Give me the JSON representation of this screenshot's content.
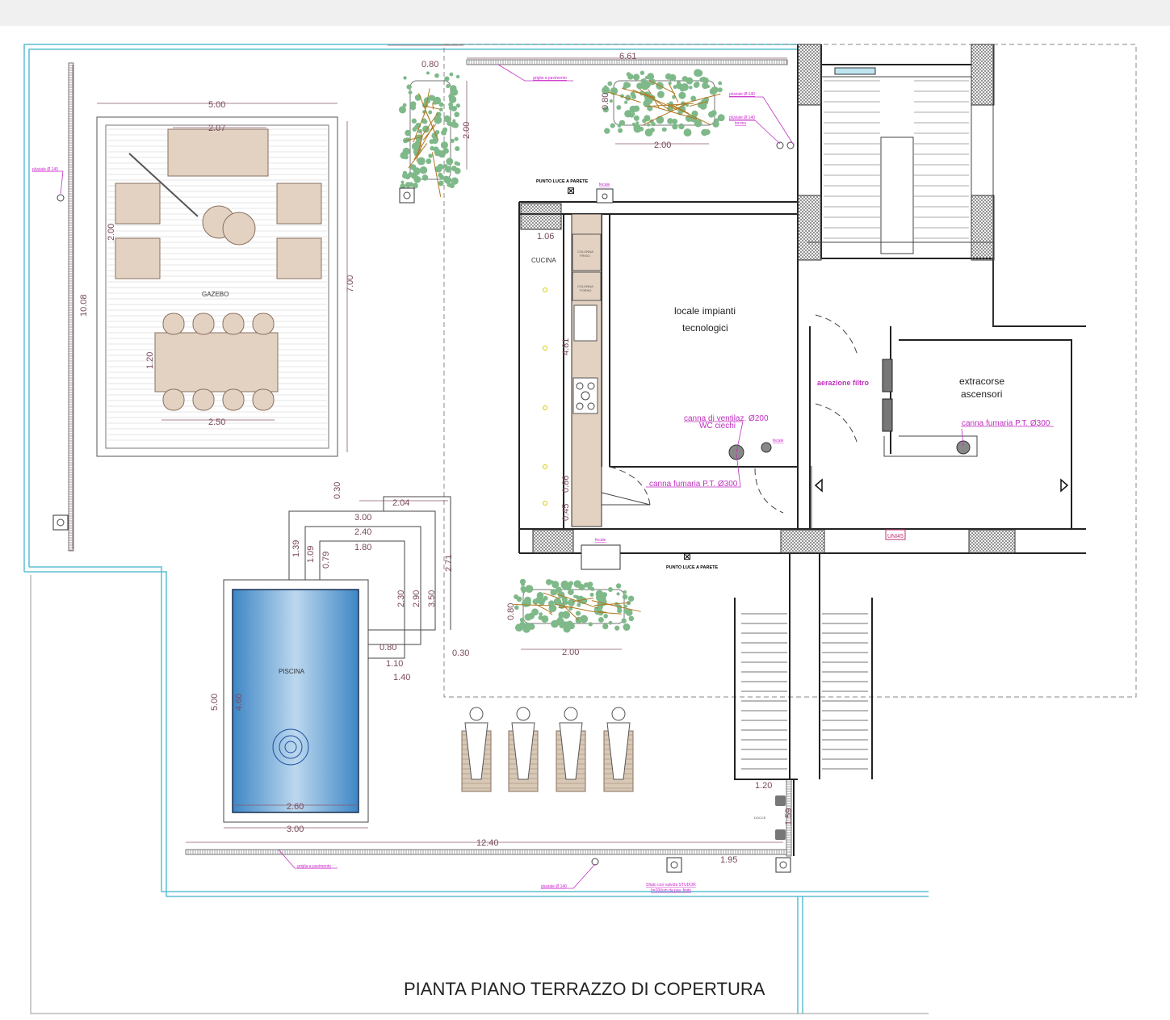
{
  "title": "PIANTA PIANO TERRAZZO DI COPERTURA",
  "rooms": {
    "gazebo": "GAZEBO",
    "cucina": "CUCINA",
    "piscina": "PISCINA",
    "impianti_1": "locale impianti",
    "impianti_2": "tecnologici",
    "extracorse_1": "extracorse",
    "extracorse_2": "ascensori",
    "docce": "DOCCE",
    "aerazione": "aerazione filtro"
  },
  "kitchen": {
    "frigo_1": "COLONNA",
    "frigo_2": "FRIGO",
    "forno_1": "COLONNA",
    "forno_2": "FORNO"
  },
  "annotations": {
    "griglia_top": "griglia a pavimento",
    "pluviale_1": "pluviale Ø 140",
    "pluviale_2": "pluviale Ø 140",
    "torrino": "torrino",
    "pluviale_left": "pluviale Ø 140",
    "fecale_top": "fecale",
    "punto_luce_top": "PUNTO LUCE A PARETE",
    "fecale_mid": "fecale",
    "ventilaz": "canna di ventilaz. Ø200",
    "wc_ciechi": "WC ciechi",
    "fumaria_1": "canna fumaria P.T. Ø300",
    "fumaria_2": "canna fumaria P.T. Ø300",
    "uni45": "UNI45",
    "fecale_bottom": "fecale",
    "punto_luce_bottom": "PUNTO LUCE A PARETE",
    "griglia_bottom": "griglia a pavimento",
    "pluviale_bottom": "pluviale Ø 140",
    "sfiato_1": "Sfiato con valvola STUDOR",
    "sfiato_2": "h=200cm da pav. finito"
  },
  "dims": [
    "0.80",
    "6.61",
    "2.00",
    "0.80",
    "2.00",
    "5.00",
    "2.07",
    "2.00",
    "7.00",
    "10.08",
    "1.20",
    "2.50",
    "1.06",
    "4.81",
    "0.86",
    "0.45",
    "0.30",
    "2.04",
    "3.00",
    "2.40",
    "1.80",
    "1.39",
    "1.09",
    "0.79",
    "2.71",
    "2.30",
    "2.90",
    "3.50",
    "0.80",
    "1.10",
    "1.40",
    "0.30",
    "5.00",
    "4.60",
    "2.60",
    "3.00",
    "12.40",
    "1.20",
    "1.59",
    "1.95",
    "0.80",
    "2.00"
  ],
  "colors": {
    "boundary": "#5bbfd0",
    "annotation": "#c030c0",
    "pool": "#4a90c8",
    "deck": "#e0d0c0",
    "plant": "#7fb98a"
  }
}
